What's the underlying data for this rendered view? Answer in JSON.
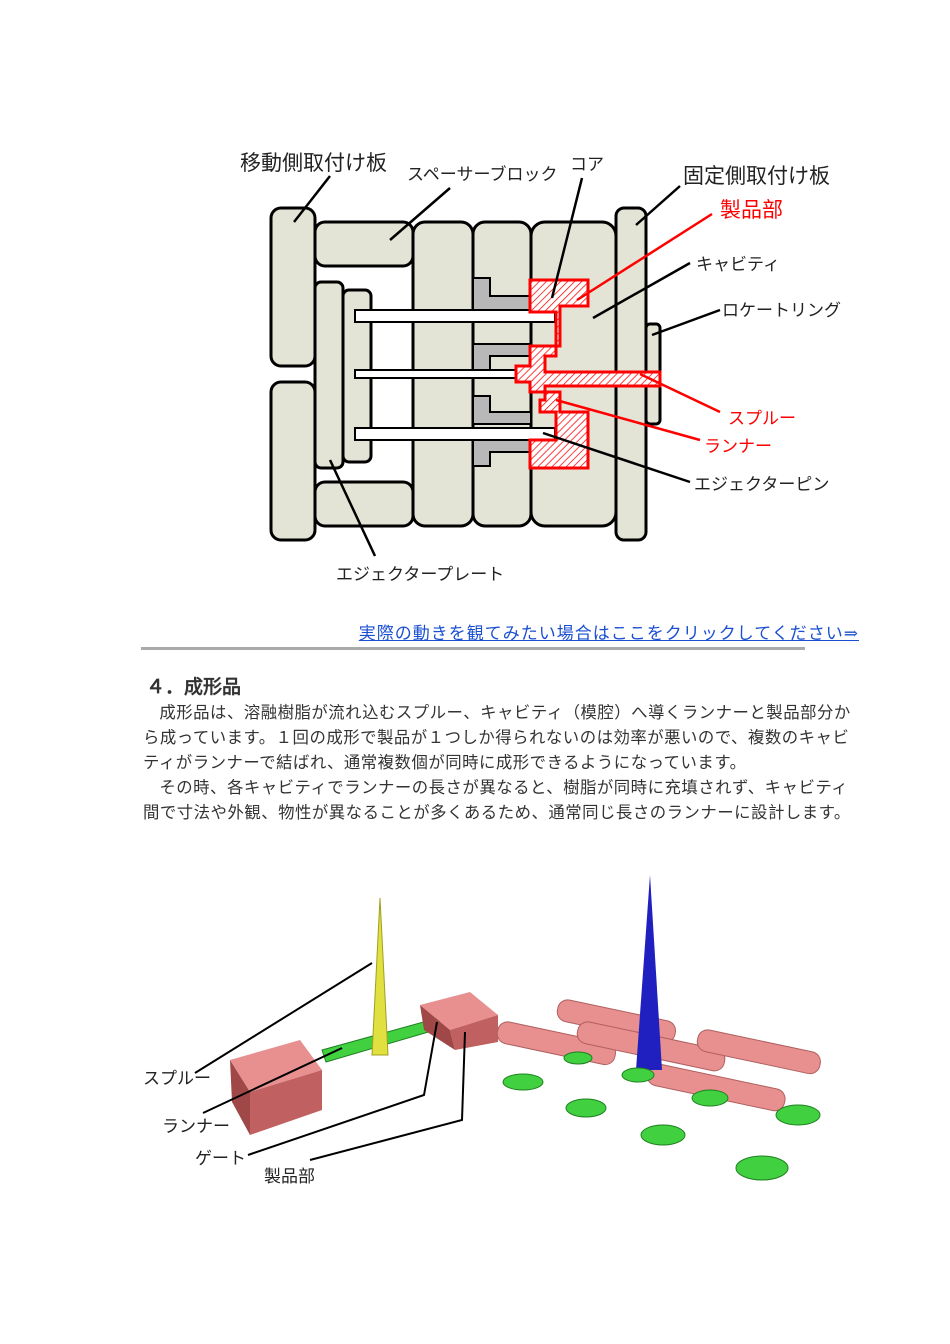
{
  "diagram1": {
    "labels": {
      "moving_plate": "移動側取付け板",
      "spacer_block": "スペーサーブロック",
      "core": "コア",
      "fixed_plate": "固定側取付け板",
      "product": "製品部",
      "cavity": "キャビティ",
      "locate_ring": "ロケートリング",
      "sprue": "スプルー",
      "runner": "ランナー",
      "ejector_pin": "エジェクターピン",
      "ejector_plate": "エジェクタープレート"
    },
    "colors": {
      "plate": "#e4e4d6",
      "product": "#ff0000",
      "steel": "#b8b8b8"
    }
  },
  "link_text": "実際の動きを観てみたい場合はここをクリックしてください⇒",
  "section": {
    "heading": "４．成形品",
    "paragraphs": [
      "成形品は、溶融樹脂が流れ込むスプルー、キャビティ（模腔）へ導くランナーと製品部分から成っています。１回の成形で製品が１つしか得られないのは効率が悪いので、複数のキャビティがランナーで結ばれ、通常複数個が同時に成形できるようになっています。",
      "その時、各キャビティでランナーの長さが異なると、樹脂が同時に充填されず、キャビティ間で寸法や外観、物性が異なることが多くあるため、通常同じ長さのランナーに設計します。"
    ]
  },
  "diagram2": {
    "labels": {
      "sprue": "スプルー",
      "runner": "ランナー",
      "gate": "ゲート",
      "product": "製品部"
    },
    "colors": {
      "product": "#e08080",
      "runner": "#40d040",
      "sprue": "#e0e040",
      "sprue2": "#2020c0"
    }
  }
}
